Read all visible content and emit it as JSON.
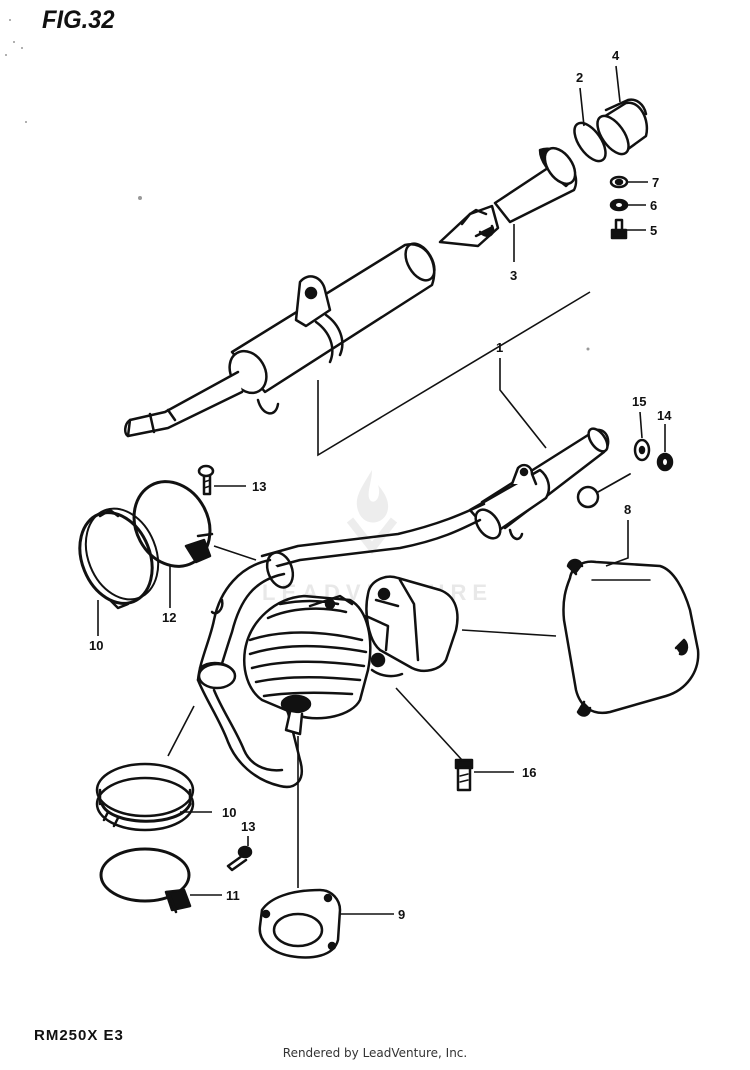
{
  "figure": {
    "title": "FIG.32",
    "model_code": "RM250X  E3",
    "credit": "Rendered by LeadVenture, Inc.",
    "watermark": "LEADVENTURE"
  },
  "callouts": [
    {
      "id": "c1",
      "label": "1"
    },
    {
      "id": "c2",
      "label": "2"
    },
    {
      "id": "c3",
      "label": "3"
    },
    {
      "id": "c4",
      "label": "4"
    },
    {
      "id": "c5",
      "label": "5"
    },
    {
      "id": "c6",
      "label": "6"
    },
    {
      "id": "c7",
      "label": "7"
    },
    {
      "id": "c8",
      "label": "8"
    },
    {
      "id": "c9",
      "label": "9"
    },
    {
      "id": "c10a",
      "label": "10"
    },
    {
      "id": "c10b",
      "label": "10"
    },
    {
      "id": "c11",
      "label": "11"
    },
    {
      "id": "c12",
      "label": "12"
    },
    {
      "id": "c13a",
      "label": "13"
    },
    {
      "id": "c13b",
      "label": "13"
    },
    {
      "id": "c14",
      "label": "14"
    },
    {
      "id": "c15",
      "label": "15"
    },
    {
      "id": "c16",
      "label": "16"
    }
  ],
  "colors": {
    "ink": "#111111",
    "watermark": "#e6e6e6"
  }
}
